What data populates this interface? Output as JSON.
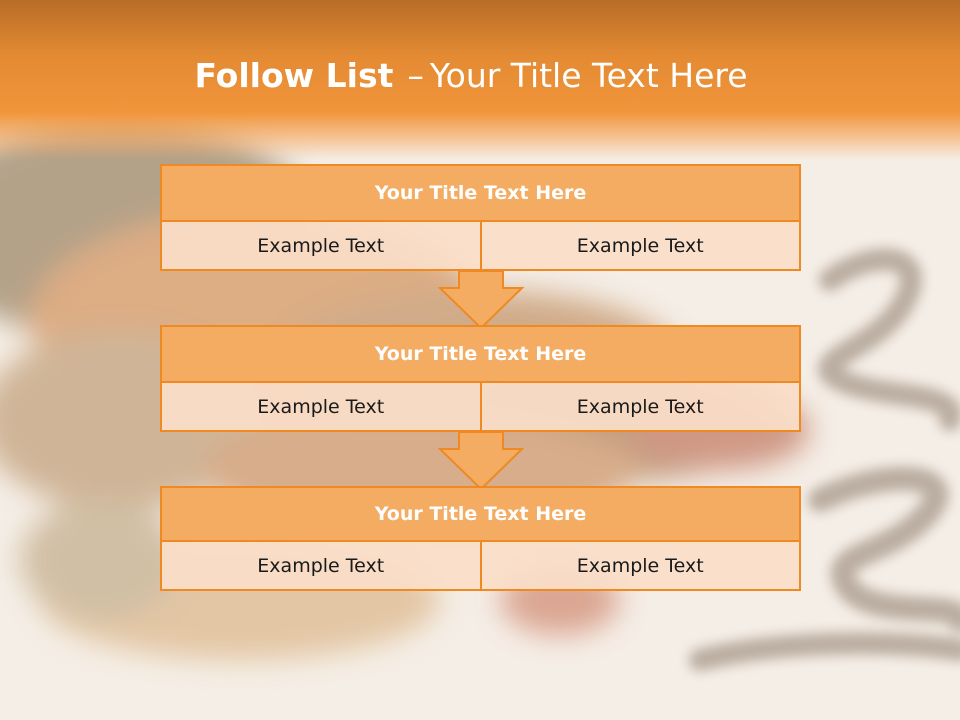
{
  "slide": {
    "title_bold": "Follow List",
    "title_separator": "–",
    "title_rest": "Your Title Text Here"
  },
  "blocks": [
    {
      "title": "Your Title Text Here",
      "cells": [
        "Example Text",
        "Example Text"
      ]
    },
    {
      "title": "Your Title Text Here",
      "cells": [
        "Example Text",
        "Example Text"
      ]
    },
    {
      "title": "Your Title Text Here",
      "cells": [
        "Example Text",
        "Example Text"
      ]
    }
  ],
  "colors": {
    "header_orange": "#e38a33",
    "block_fill": "#f4ac62",
    "block_border": "#ee8a21",
    "cell_fill": "#fadec8"
  }
}
